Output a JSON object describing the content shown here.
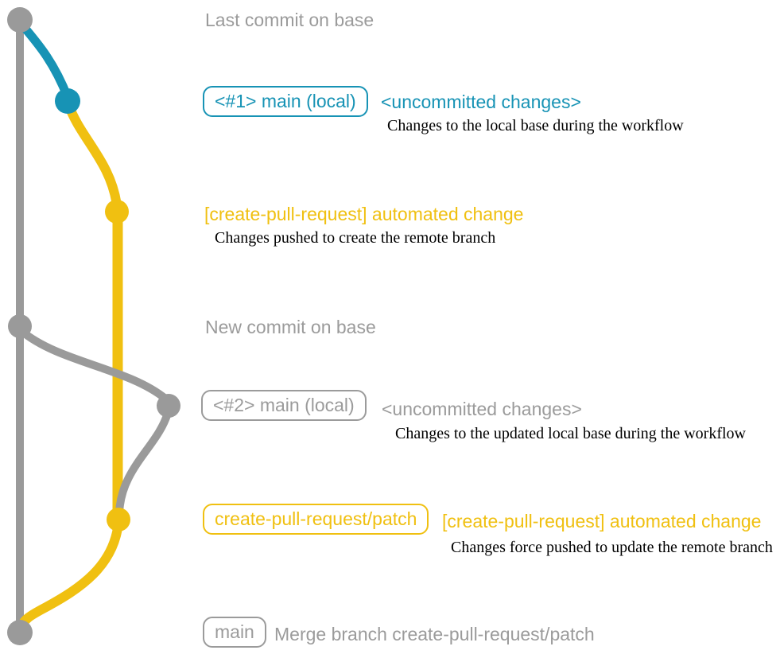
{
  "colors": {
    "gray": "#9A9A9A",
    "teal": "#1793B5",
    "yellow": "#F0C011",
    "caption_black": "#000000",
    "background": "#FFFFFF"
  },
  "graph": {
    "description": "git commit graph with three lanes",
    "lanes": [
      "base (gray)",
      "main local (teal)",
      "create-pull-request/patch (yellow)"
    ],
    "commit_dots": [
      {
        "color": "gray",
        "meaning": "Last commit on base"
      },
      {
        "color": "teal",
        "meaning": "<#1> main (local) uncommitted changes"
      },
      {
        "color": "yellow",
        "meaning": "[create-pull-request] automated change"
      },
      {
        "color": "gray",
        "meaning": "New commit on base"
      },
      {
        "color": "gray",
        "meaning": "<#2> main (local) uncommitted changes"
      },
      {
        "color": "yellow",
        "meaning": "[create-pull-request] automated change (force push)"
      },
      {
        "color": "gray",
        "meaning": "Merge branch create-pull-request/patch"
      }
    ]
  },
  "labels": {
    "top_heading": "Last commit on base",
    "local1": {
      "badge": "<#1> main (local)",
      "status": "<uncommitted changes>",
      "caption": "Changes to the local base during the workflow"
    },
    "push1": {
      "title": "[create-pull-request] automated change",
      "caption": "Changes pushed to create the remote branch"
    },
    "mid_heading": "New commit on base",
    "local2": {
      "badge": "<#2> main (local)",
      "status": "<uncommitted changes>",
      "caption": "Changes to the updated local base during the workflow"
    },
    "push2": {
      "badge": "create-pull-request/patch",
      "title": "[create-pull-request] automated change",
      "caption": "Changes force pushed to update the remote branch"
    },
    "merge": {
      "badge": "main",
      "caption": "Merge branch create-pull-request/patch"
    }
  }
}
